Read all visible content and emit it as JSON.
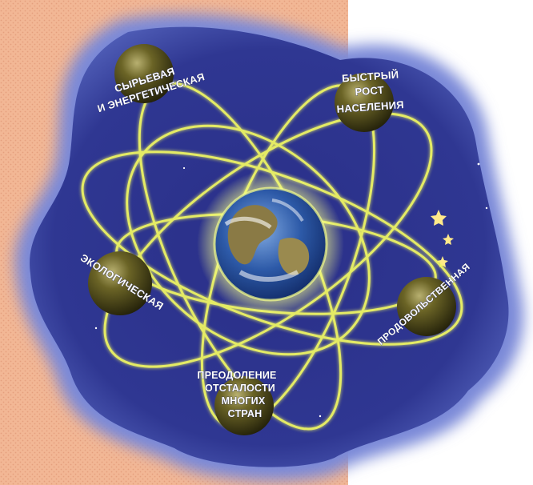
{
  "colors": {
    "page_left": "#f2b795",
    "page_right": "#ffffff",
    "space_outer": "#6f7fd0",
    "space_inner": "#2a2f88",
    "orbit": "#e9f25a",
    "planet": "#4d4a1a"
  },
  "center": {
    "icon": "earth-globe-icon"
  },
  "planets": [
    {
      "id": "raw-energy",
      "lines": [
        "СЫРЬЕВАЯ",
        "И ЭНЕРГЕТИЧЕСКАЯ"
      ]
    },
    {
      "id": "population",
      "lines": [
        "БЫСТРЫЙ",
        "РОСТ",
        "НАСЕЛЕНИЯ"
      ]
    },
    {
      "id": "ecological",
      "lines": [
        "ЭКОЛОГИЧЕСКАЯ"
      ]
    },
    {
      "id": "food",
      "lines": [
        "ПРОДОВОЛЬСТВЕННАЯ"
      ]
    },
    {
      "id": "backwardness",
      "lines": [
        "ПРЕОДОЛЕНИЕ",
        "ОТСТАЛОСТИ",
        "МНОГИХ",
        "СТРАН"
      ]
    }
  ]
}
